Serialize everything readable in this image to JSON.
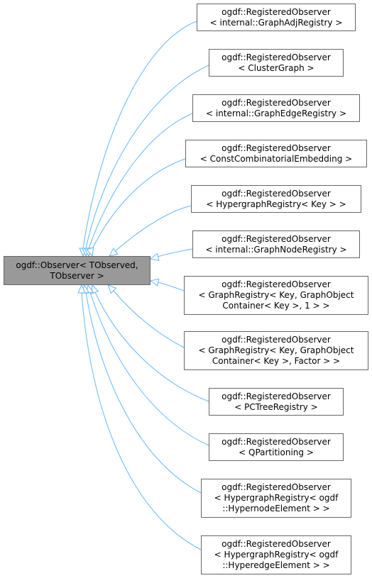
{
  "diagram": {
    "base_node": {
      "lines": [
        "ogdf::Observer< TObserved,",
        "TObserver >"
      ]
    },
    "derived_nodes": [
      {
        "lines": [
          "ogdf::RegisteredObserver",
          "< internal::GraphAdjRegistry >"
        ]
      },
      {
        "lines": [
          "ogdf::RegisteredObserver",
          "< ClusterGraph >"
        ]
      },
      {
        "lines": [
          "ogdf::RegisteredObserver",
          "< internal::GraphEdgeRegistry >"
        ]
      },
      {
        "lines": [
          "ogdf::RegisteredObserver",
          "< ConstCombinatorialEmbedding >"
        ]
      },
      {
        "lines": [
          "ogdf::RegisteredObserver",
          "< HypergraphRegistry< Key > >"
        ]
      },
      {
        "lines": [
          "ogdf::RegisteredObserver",
          "< internal::GraphNodeRegistry >"
        ]
      },
      {
        "lines": [
          "ogdf::RegisteredObserver",
          "< GraphRegistry< Key, GraphObject",
          "Container< Key >, 1 > >"
        ]
      },
      {
        "lines": [
          "ogdf::RegisteredObserver",
          "< GraphRegistry< Key, GraphObject",
          "Container< Key >, Factor > >"
        ]
      },
      {
        "lines": [
          "ogdf::RegisteredObserver",
          "< PCTreeRegistry >"
        ]
      },
      {
        "lines": [
          "ogdf::RegisteredObserver",
          "< QPartitioning >"
        ]
      },
      {
        "lines": [
          "ogdf::RegisteredObserver",
          "< HypergraphRegistry< ogdf",
          "::HypernodeElement > >"
        ]
      },
      {
        "lines": [
          "ogdf::RegisteredObserver",
          "< HypergraphRegistry< ogdf",
          "::HyperedgeElement > >"
        ]
      }
    ],
    "colors": {
      "edge": "#63b8ff",
      "base_fill": "#999999",
      "node_border": "#666666",
      "node_fill": "#ffffff"
    }
  }
}
